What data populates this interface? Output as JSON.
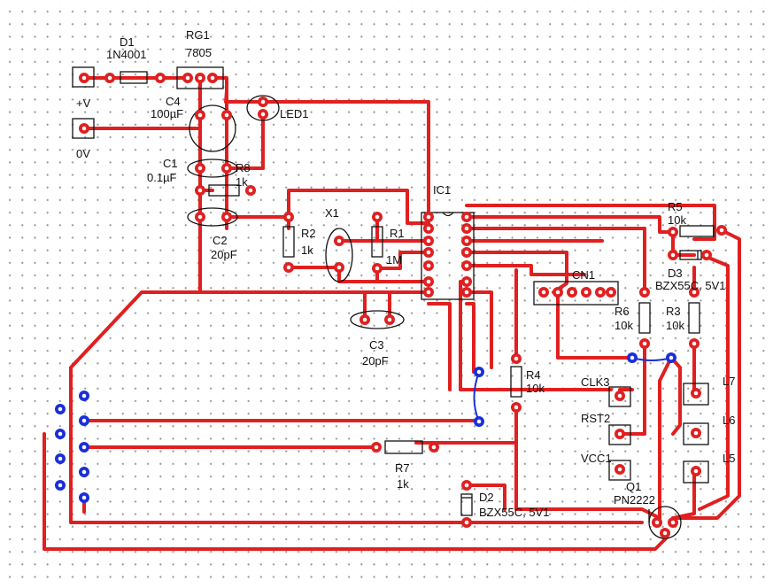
{
  "colors": {
    "trace": "#e02020",
    "jumper": "#1a2fd8",
    "pad": "#e02020",
    "pad_hole": "#ffffff",
    "outline": "#111111",
    "grid": "#9a9a9a"
  },
  "labels": {
    "d1": "D1",
    "d1_val": "1N4001",
    "rg1": "RG1",
    "rg1_val": "7805",
    "vplus": "+V",
    "zerov": "0V",
    "c4": "C4",
    "c4_val": "100µF",
    "led1": "LED1",
    "c1": "C1",
    "c1_val": "0.1µF",
    "r8": "R8",
    "r8_val": "1k",
    "ic1": "IC1",
    "x1": "X1",
    "r2": "R2",
    "r2_val": "1k",
    "r1": "R1",
    "r1_val": "1M",
    "c2": "C2",
    "c2_val": "20pF",
    "c3": "C3",
    "c3_val": "20pF",
    "r5": "R5",
    "r5_val": "10k",
    "d3": "D3",
    "d3_val": "BZX55C, 5V1",
    "cn1": "CN1",
    "r6": "R6",
    "r6_val": "10k",
    "r3": "R3",
    "r3_val": "10k",
    "r4": "R4",
    "r4_val": "10k",
    "clk3": "CLK3",
    "rst2": "RST2",
    "vcc1": "VCC1",
    "l7": "L7",
    "l6": "L6",
    "l5": "L5",
    "r7": "R7",
    "r7_val": "1k",
    "d2": "D2",
    "d2_val": "BZX55C, 5V1",
    "q1": "Q1",
    "q1_val": "PN2222"
  }
}
